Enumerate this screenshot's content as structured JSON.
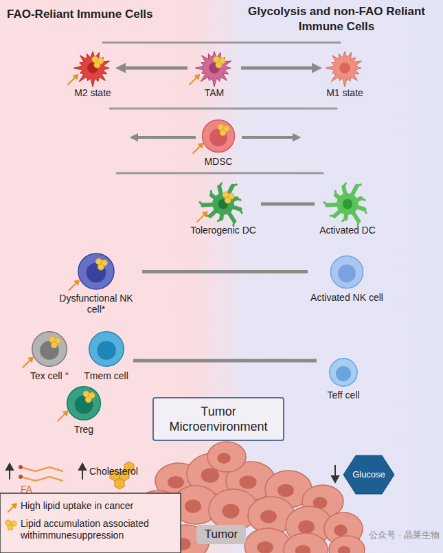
{
  "diagram": {
    "nodes": [
      {
        "text": [
          "M2 state"
        ]
      },
      {
        "text": [
          "TAM"
        ]
      },
      {
        "text": [
          "M1 state"
        ]
      },
      {
        "text": [
          "MDSC"
        ]
      },
      {
        "text": [
          "Tolerogenic DC"
        ]
      },
      {
        "text": [
          "Activated DC"
        ]
      },
      {
        "text": [
          "Dysfunctional NK cell*"
        ]
      },
      {
        "text": [
          "Activated NK cell"
        ]
      },
      {
        "text": [
          "Tex cell °"
        ]
      },
      {
        "text": [
          "Tmem cell"
        ]
      },
      {
        "text": [
          "Treg"
        ]
      },
      {
        "text": [
          "Teff cell"
        ]
      },
      {
        "text": [
          "Tumor Microenvironment"
        ]
      },
      {
        "text": [
          "Glucose"
        ]
      }
    ],
    "edges": [
      {
        "from": 1,
        "to": 0,
        "arrow": "to"
      },
      {
        "from": 1,
        "to": 2,
        "arrow": "to"
      },
      {
        "from": 4,
        "to": 5,
        "arrow": "none"
      },
      {
        "from": 6,
        "to": 7,
        "arrow": "none"
      },
      {
        "from": 9,
        "to": 11,
        "arrow": "none"
      }
    ],
    "labels": [
      "FAO-Reliant Immune Cells",
      "Glycolysis and non-FAO Reliant Immune Cells",
      "FA",
      "Cholesterol",
      "Tumor",
      "公众号 · 晶莱生物"
    ],
    "legend": [
      {
        "text": "High lipid uptake in cancer"
      },
      {
        "text": "Lipid accumulation associated withimmunesuppression"
      }
    ]
  }
}
